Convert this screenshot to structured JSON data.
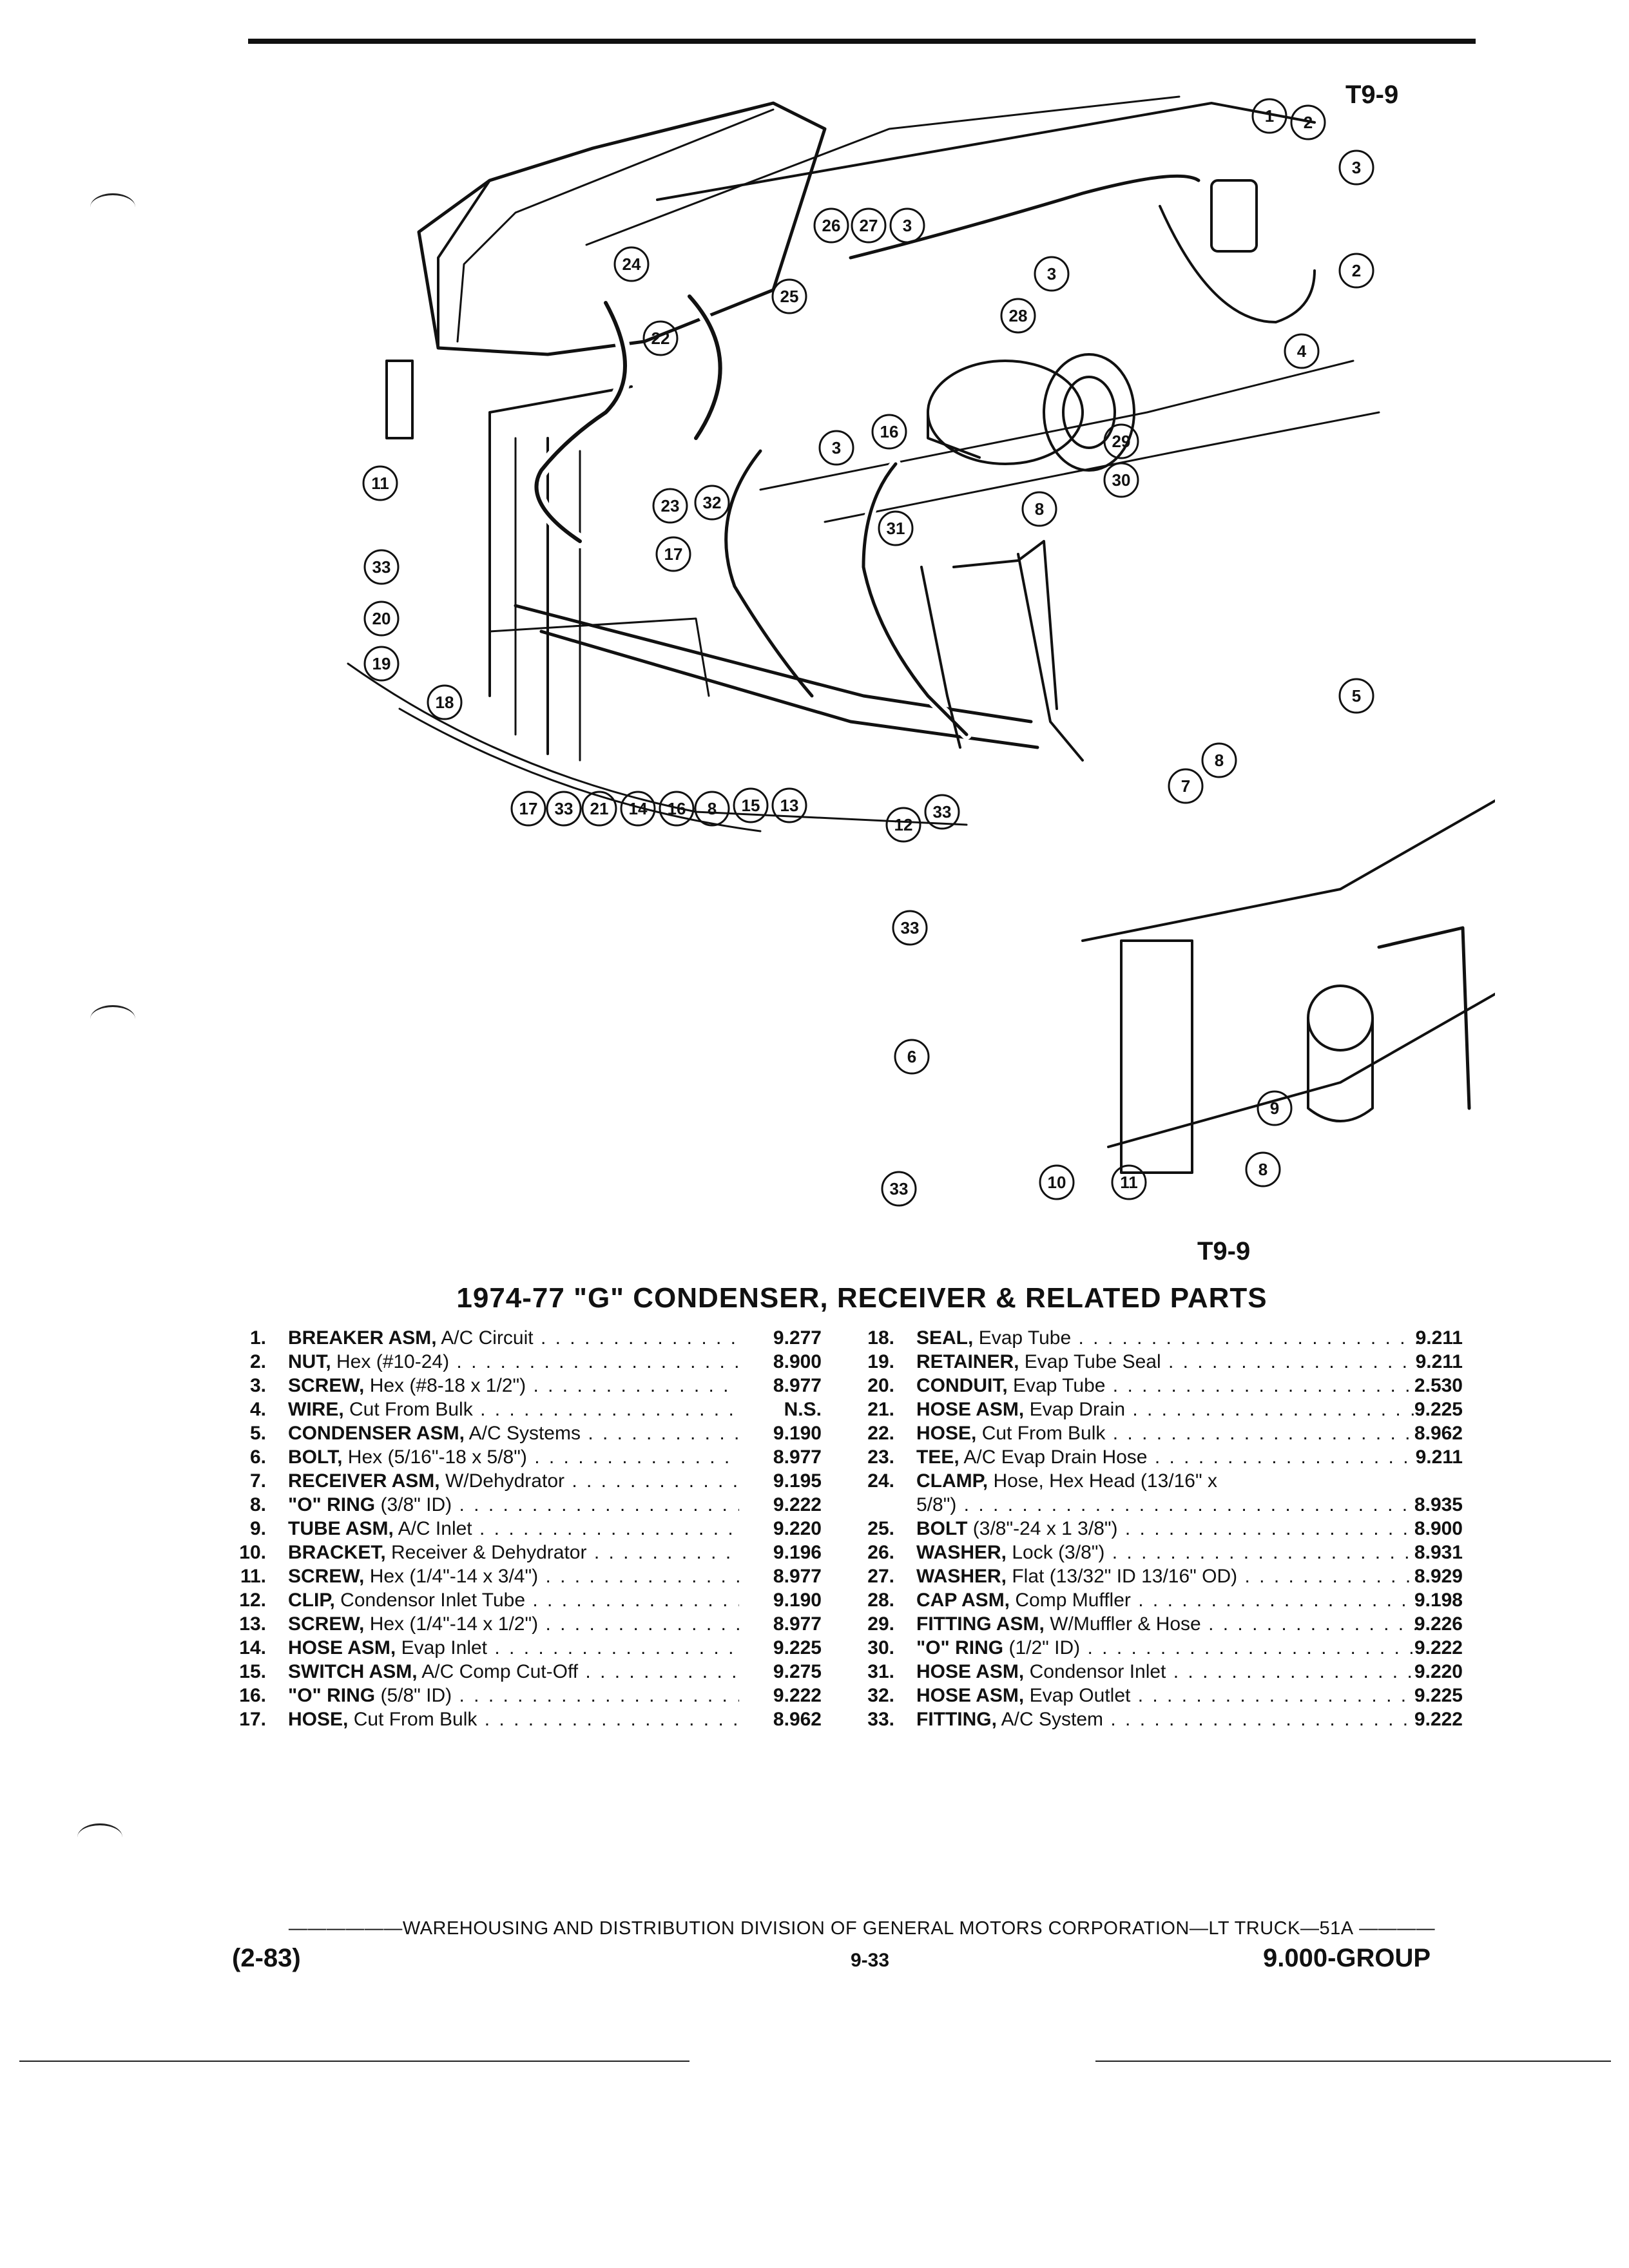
{
  "ref_tag": "T9-9",
  "title": "1974-77 \"G\" CONDENSER, RECEIVER & RELATED PARTS",
  "parts_left": [
    {
      "num": "1.",
      "name": "BREAKER ASM,",
      "desc": "A/C Circuit",
      "code": "9.277"
    },
    {
      "num": "2.",
      "name": "NUT,",
      "desc": "Hex (#10-24)",
      "code": "8.900"
    },
    {
      "num": "3.",
      "name": "SCREW,",
      "desc": "Hex (#8-18 x 1/2\")",
      "code": "8.977"
    },
    {
      "num": "4.",
      "name": "WIRE,",
      "desc": "Cut From Bulk",
      "code": "N.S."
    },
    {
      "num": "5.",
      "name": "CONDENSER ASM,",
      "desc": "A/C Systems",
      "code": "9.190"
    },
    {
      "num": "6.",
      "name": "BOLT,",
      "desc": "Hex (5/16\"-18 x 5/8\")",
      "code": "8.977"
    },
    {
      "num": "7.",
      "name": "RECEIVER ASM,",
      "desc": "W/Dehydrator",
      "code": "9.195"
    },
    {
      "num": "8.",
      "name": "\"O\" RING",
      "desc": "(3/8\" ID)",
      "code": "9.222"
    },
    {
      "num": "9.",
      "name": "TUBE ASM,",
      "desc": "A/C Inlet",
      "code": "9.220"
    },
    {
      "num": "10.",
      "name": "BRACKET,",
      "desc": "Receiver & Dehydrator",
      "code": "9.196"
    },
    {
      "num": "11.",
      "name": "SCREW,",
      "desc": "Hex (1/4\"-14 x 3/4\")",
      "code": "8.977"
    },
    {
      "num": "12.",
      "name": "CLIP,",
      "desc": "Condensor Inlet Tube",
      "code": "9.190"
    },
    {
      "num": "13.",
      "name": "SCREW,",
      "desc": "Hex (1/4\"-14 x 1/2\")",
      "code": "8.977"
    },
    {
      "num": "14.",
      "name": "HOSE ASM,",
      "desc": "Evap Inlet",
      "code": "9.225"
    },
    {
      "num": "15.",
      "name": "SWITCH ASM,",
      "desc": "A/C Comp Cut-Off",
      "code": "9.275"
    },
    {
      "num": "16.",
      "name": "\"O\" RING",
      "desc": "(5/8\" ID)",
      "code": "9.222"
    },
    {
      "num": "17.",
      "name": "HOSE,",
      "desc": "Cut From Bulk",
      "code": "8.962"
    }
  ],
  "parts_right": [
    {
      "num": "18.",
      "name": "SEAL,",
      "desc": "Evap Tube",
      "code": "9.211"
    },
    {
      "num": "19.",
      "name": "RETAINER,",
      "desc": "Evap Tube Seal",
      "code": "9.211"
    },
    {
      "num": "20.",
      "name": "CONDUIT,",
      "desc": "Evap Tube",
      "code": "2.530"
    },
    {
      "num": "21.",
      "name": "HOSE ASM,",
      "desc": "Evap Drain",
      "code": "9.225"
    },
    {
      "num": "22.",
      "name": "HOSE,",
      "desc": "Cut From Bulk",
      "code": "8.962"
    },
    {
      "num": "23.",
      "name": "TEE,",
      "desc": "A/C Evap Drain Hose",
      "code": "9.211"
    },
    {
      "num": "24.",
      "name": "CLAMP,",
      "desc": "Hose, Hex Head (13/16\" x",
      "code": ""
    },
    {
      "num": "",
      "name": "",
      "desc": "5/8\")",
      "code": "8.935"
    },
    {
      "num": "25.",
      "name": "BOLT",
      "desc": "(3/8\"-24 x 1 3/8\")",
      "code": "8.900"
    },
    {
      "num": "26.",
      "name": "WASHER,",
      "desc": "Lock (3/8\")",
      "code": "8.931"
    },
    {
      "num": "27.",
      "name": "WASHER,",
      "desc": "Flat (13/32\" ID 13/16\" OD)",
      "code": "8.929"
    },
    {
      "num": "28.",
      "name": "CAP ASM,",
      "desc": "Comp Muffler",
      "code": "9.198"
    },
    {
      "num": "29.",
      "name": "FITTING ASM,",
      "desc": "W/Muffler & Hose",
      "code": "9.226"
    },
    {
      "num": "30.",
      "name": "\"O\" RING",
      "desc": "(1/2\" ID)",
      "code": "9.222"
    },
    {
      "num": "31.",
      "name": "HOSE ASM,",
      "desc": "Condensor Inlet",
      "code": "9.220"
    },
    {
      "num": "32.",
      "name": "HOSE ASM,",
      "desc": "Evap Outlet",
      "code": "9.225"
    },
    {
      "num": "33.",
      "name": "FITTING,",
      "desc": "A/C System",
      "code": "9.222"
    }
  ],
  "footer": {
    "division": "WAREHOUSING AND DISTRIBUTION  DIVISION OF GENERAL MOTORS CORPORATION—LT TRUCK—51A",
    "date": "(2-83)",
    "page": "9-33",
    "group": "9.000-GROUP"
  },
  "callouts": [
    "1",
    "2",
    "3",
    "2",
    "3",
    "4",
    "26",
    "27",
    "3",
    "24",
    "25",
    "28",
    "22",
    "16",
    "29",
    "3",
    "30",
    "11",
    "23",
    "32",
    "31",
    "8",
    "33",
    "17",
    "20",
    "19",
    "18",
    "5",
    "8",
    "7",
    "17",
    "33",
    "21",
    "14",
    "16",
    "8",
    "15",
    "13",
    "12",
    "33",
    "33",
    "6",
    "9",
    "8",
    "10",
    "11",
    "33"
  ]
}
